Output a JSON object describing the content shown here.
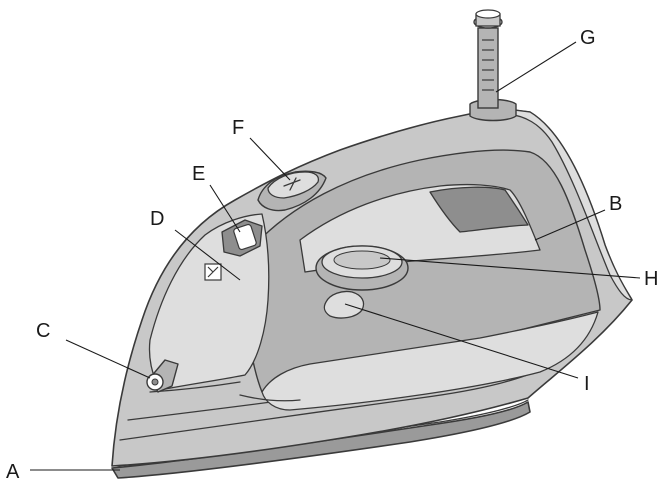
{
  "figure": {
    "labels": {
      "A": "A",
      "B": "B",
      "C": "C",
      "D": "D",
      "E": "E",
      "F": "F",
      "G": "G",
      "H": "H",
      "I": "I"
    },
    "colors": {
      "outline": "#3a3a3a",
      "body": "#c8c8c8",
      "panel": "#b4b4b4",
      "highlight": "#dedede",
      "dark": "#8e8e8e",
      "text": "#1a1a1a"
    }
  }
}
